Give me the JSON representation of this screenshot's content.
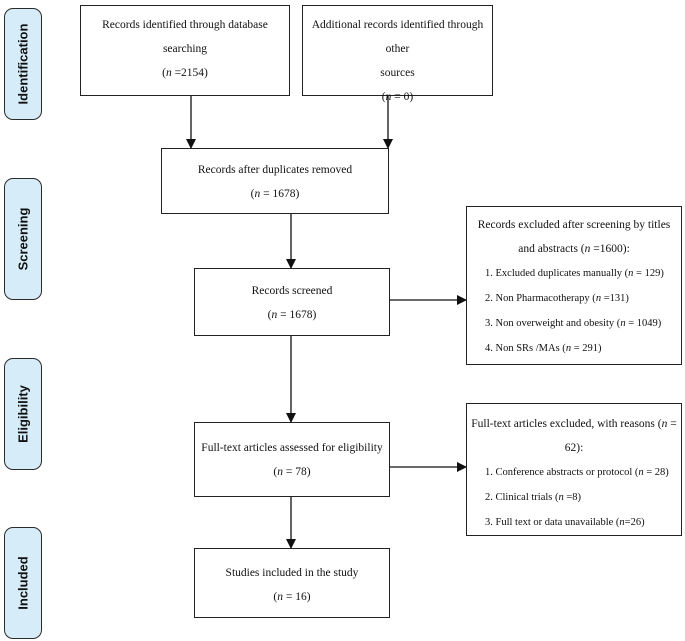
{
  "phases": {
    "identification": "Identification",
    "screening": "Screening",
    "eligibility": "Eligibility",
    "included": "Included"
  },
  "boxes": {
    "db": {
      "line1": "Records identified through database",
      "line2": "searching",
      "n": "n",
      "count": " =2154)"
    },
    "other": {
      "line1": "Additional records identified through other",
      "line2": "sources",
      "n": "n",
      "count": " = 0)"
    },
    "dup": {
      "line1": "Records after duplicates removed",
      "n": "n",
      "count": " = 1678)"
    },
    "screened": {
      "line1": "Records screened",
      "n": "n",
      "count": " = 1678)"
    },
    "fulltext": {
      "line1": "Full-text articles assessed for eligibility",
      "n": "n",
      "count": " = 78)"
    },
    "included": {
      "line1": "Studies included in the study",
      "n": "n",
      "count": " = 16)"
    }
  },
  "excluded_screening": {
    "title_line1": "Records excluded after screening by titles",
    "title_line2_pre": "and abstracts (",
    "n": "n",
    "title_line2_post": " =1600):",
    "items": [
      {
        "pre": "1. Excluded duplicates manually (",
        "n": "n",
        "post": " = 129)"
      },
      {
        "pre": "2. Non Pharmacotherapy (",
        "n": "n",
        "post": " =131)"
      },
      {
        "pre": "3. Non overweight and obesity (",
        "n": "n",
        "post": " = 1049)"
      },
      {
        "pre": "4. Non SRs /MAs (",
        "n": "n",
        "post": " = 291)"
      }
    ]
  },
  "excluded_fulltext": {
    "title_line1_pre": "Full-text articles excluded, with reasons (",
    "n": "n",
    "title_line1_post": " =",
    "title_line2": "62):",
    "items": [
      {
        "pre": "1. Conference abstracts or protocol (",
        "n": "n",
        "post": " = 28)"
      },
      {
        "pre": "2. Clinical trials (",
        "n": "n",
        "post": " =8)"
      },
      {
        "pre": "3. Full text or data unavailable (",
        "n": "n",
        "post": "=26)"
      }
    ]
  }
}
